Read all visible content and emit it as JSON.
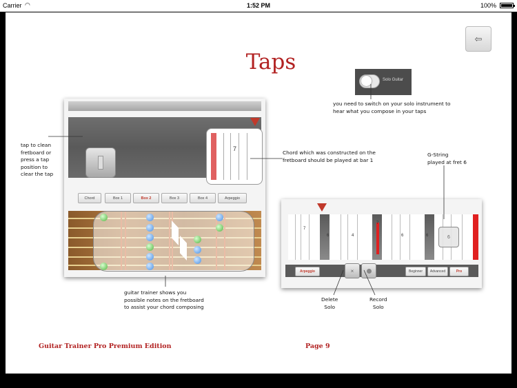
{
  "statusbar": {
    "carrier": "Carrier",
    "time": "1:52 PM",
    "battery": "100%"
  },
  "page": {
    "title": "Taps",
    "back_icon": "back-arrow-icon",
    "notes": {
      "tap_to_clean": [
        "tap to clean",
        "fretboard or",
        "press a tap",
        "position to",
        "clear the tap"
      ],
      "chord_constructed": [
        "Chord which was constructed on the",
        "fretboard should be played at bar 1"
      ],
      "solo_switch": [
        "you need to switch on your solo instrument to",
        "hear what you compose in your taps"
      ],
      "g_string": [
        "G-String",
        "played at fret 6"
      ],
      "guitar_trainer": [
        "guitar trainer shows you",
        "possible notes on the fretboard",
        "to assist your chord composing"
      ],
      "delete_solo": [
        "Delete",
        "Solo"
      ],
      "record_solo": [
        "Record",
        "Solo"
      ]
    },
    "footer": {
      "edition": "Guitar Trainer Pro Premium Edition",
      "page_number": "Page 9"
    }
  },
  "screenshot_left": {
    "tabs": [
      "Chord",
      "Box 1",
      "Box 2",
      "Box 3",
      "Box 4",
      "Arpeggio"
    ],
    "active_tab": "Box 2",
    "strip_number": "7"
  },
  "screenshot_solo": {
    "label": "Solo Guitar"
  },
  "screenshot_right": {
    "numbers": [
      "7",
      "6",
      "4",
      "7",
      "6",
      "6",
      "6"
    ],
    "buttons": [
      "Arpeggio",
      "Beginner",
      "Advanced",
      "Pro"
    ],
    "delete_symbol": "×"
  },
  "colors": {
    "accent": "#b22222",
    "active_tab": "#c0392b"
  }
}
